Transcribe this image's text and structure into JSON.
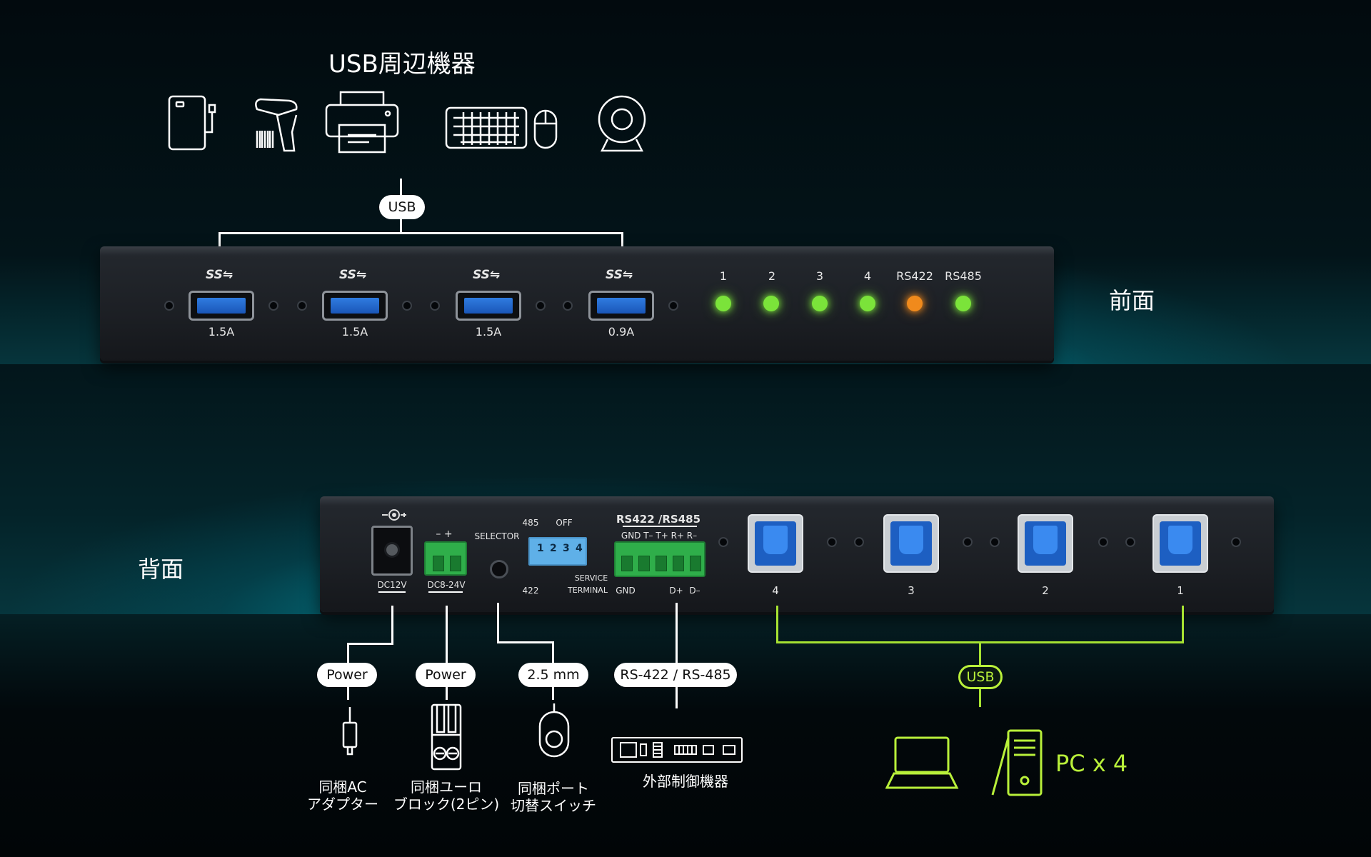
{
  "title": "USB周辺機器",
  "front": {
    "section_label": "前面",
    "usb_pill": "USB",
    "ports": [
      {
        "logo": "SS⇋",
        "label": "1.5A"
      },
      {
        "logo": "SS⇋",
        "label": "1.5A"
      },
      {
        "logo": "SS⇋",
        "label": "1.5A"
      },
      {
        "logo": "SS⇋",
        "label": "0.9A"
      }
    ],
    "leds": [
      {
        "label": "1",
        "color": "#7be33a"
      },
      {
        "label": "2",
        "color": "#7be33a"
      },
      {
        "label": "3",
        "color": "#7be33a"
      },
      {
        "label": "4",
        "color": "#7be33a"
      },
      {
        "label": "RS422",
        "color": "#f08a1c"
      },
      {
        "label": "RS485",
        "color": "#7be33a"
      }
    ]
  },
  "back": {
    "section_label": "背面",
    "dc_label": "DC12V",
    "dc2_label": "DC8-24V",
    "polarity": "– +",
    "selector_label": "SELECTOR",
    "dip": {
      "top_left": "485",
      "top_right": "OFF",
      "bottom_left": "422",
      "nums": [
        "1",
        "2",
        "3",
        "4"
      ],
      "service": "SERVICE",
      "terminal": "TERMINAL"
    },
    "rs_title": "RS422 /RS485",
    "rs_pins_top": "GND T– T+ R+ R–",
    "rs_pins_bottom": [
      "GND",
      "D+",
      "D–"
    ],
    "usb_b_ports": [
      "4",
      "3",
      "2",
      "1"
    ]
  },
  "callouts": [
    {
      "pill": "Power",
      "label": [
        "同梱AC",
        "アダプター"
      ]
    },
    {
      "pill": "Power",
      "label": [
        "同梱ユーロ",
        "ブロック(2ピン)"
      ]
    },
    {
      "pill": "2.5 mm",
      "label": [
        "同梱ポート",
        "切替スイッチ"
      ]
    },
    {
      "pill": "RS-422 / RS-485",
      "label": [
        "外部制御機器"
      ]
    }
  ],
  "pc": {
    "pill": "USB",
    "label": "PC x 4",
    "accent": "#b9f03a"
  },
  "icons": [
    "hard-drive-icon",
    "barcode-scanner-icon",
    "printer-icon",
    "keyboard-mouse-icon",
    "webcam-icon",
    "power-adapter-icon",
    "terminal-block-icon",
    "port-switch-icon",
    "control-device-icon",
    "laptop-icon",
    "desktop-tower-icon"
  ]
}
